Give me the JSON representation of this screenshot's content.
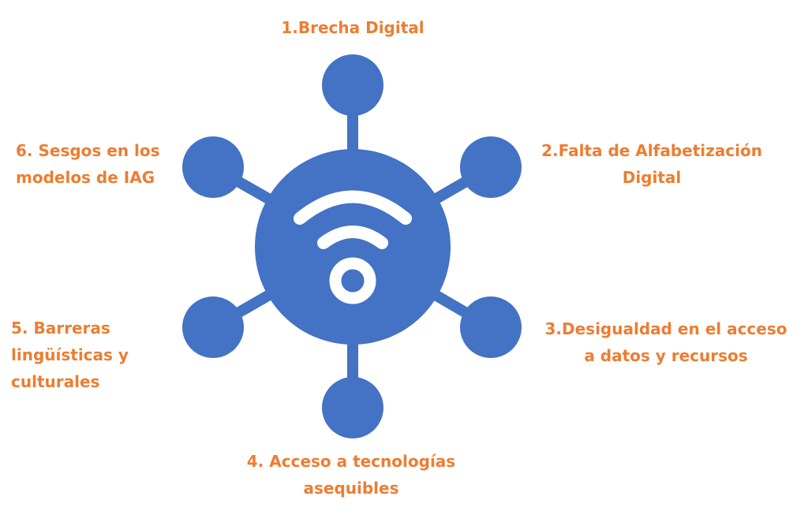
{
  "colors": {
    "hub": "#4472C4",
    "label": "#ED7D31"
  },
  "hub_icon": "wifi-icon",
  "labels": [
    "1.Brecha Digital",
    "2.Falta de Alfabetización\nDigital",
    "3.Desigualdad en el acceso\na datos y recursos",
    "4. Acceso a tecnologías\nasequibles",
    "5. Barreras\nlingüísticas y\nculturales",
    "6. Sesgos en los\nmodelos de IAG"
  ]
}
